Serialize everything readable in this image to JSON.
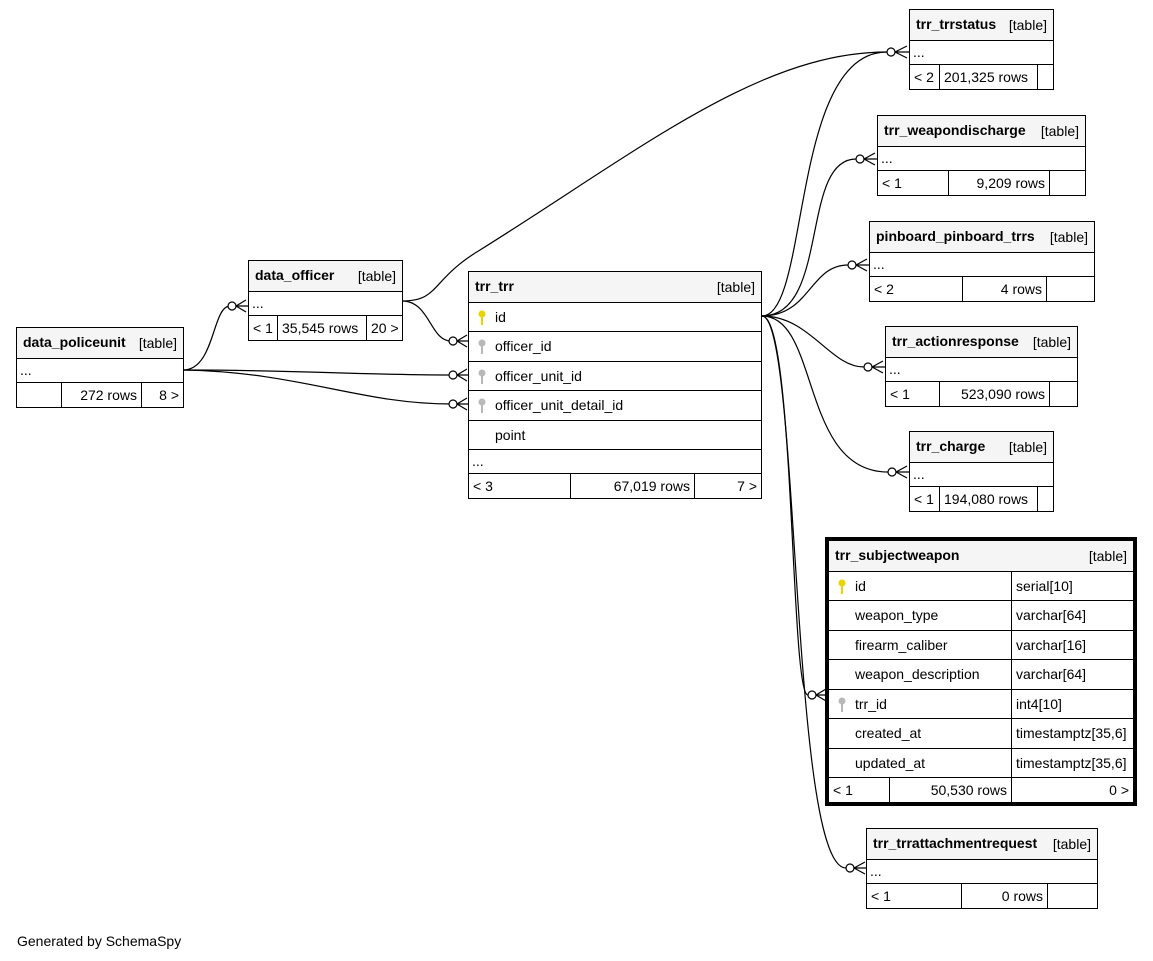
{
  "diagram": {
    "footer": "Generated by SchemaSpy",
    "colors": {
      "pk_key": "#e8d400",
      "fk_key": "#b8b8b8",
      "header_bg": "#f5f5f5",
      "line": "#000000"
    },
    "tables": {
      "data_policeunit": {
        "name": "data_policeunit",
        "type": "[table]",
        "ellipsis": "...",
        "stats": {
          "parents": "",
          "rows": "272 rows",
          "children": "8 >"
        }
      },
      "data_officer": {
        "name": "data_officer",
        "type": "[table]",
        "ellipsis": "...",
        "stats": {
          "parents": "< 1",
          "rows": "35,545 rows",
          "children": "20 >"
        }
      },
      "trr_trr": {
        "name": "trr_trr",
        "type": "[table]",
        "ellipsis": "...",
        "columns": [
          {
            "name": "id",
            "key": "pk-key-icon"
          },
          {
            "name": "officer_id",
            "key": "fk-key-icon"
          },
          {
            "name": "officer_unit_id",
            "key": "fk-key-icon"
          },
          {
            "name": "officer_unit_detail_id",
            "key": "fk-key-icon"
          },
          {
            "name": "point",
            "key": ""
          }
        ],
        "stats": {
          "parents": "< 3",
          "rows": "67,019 rows",
          "children": "7 >"
        }
      },
      "trr_trrstatus": {
        "name": "trr_trrstatus",
        "type": "[table]",
        "ellipsis": "...",
        "stats": {
          "parents": "< 2",
          "rows": "201,325 rows",
          "children": ""
        }
      },
      "trr_weapondischarge": {
        "name": "trr_weapondischarge",
        "type": "[table]",
        "ellipsis": "...",
        "stats": {
          "parents": "< 1",
          "rows": "9,209 rows",
          "children": ""
        }
      },
      "pinboard_pinboard_trrs": {
        "name": "pinboard_pinboard_trrs",
        "type": "[table]",
        "ellipsis": "...",
        "stats": {
          "parents": "< 2",
          "rows": "4 rows",
          "children": ""
        }
      },
      "trr_actionresponse": {
        "name": "trr_actionresponse",
        "type": "[table]",
        "ellipsis": "...",
        "stats": {
          "parents": "< 1",
          "rows": "523,090 rows",
          "children": ""
        }
      },
      "trr_charge": {
        "name": "trr_charge",
        "type": "[table]",
        "ellipsis": "...",
        "stats": {
          "parents": "< 1",
          "rows": "194,080 rows",
          "children": ""
        }
      },
      "trr_subjectweapon": {
        "name": "trr_subjectweapon",
        "type": "[table]",
        "columns": [
          {
            "name": "id",
            "type": "serial[10]",
            "key": "pk-key-icon"
          },
          {
            "name": "weapon_type",
            "type": "varchar[64]",
            "key": ""
          },
          {
            "name": "firearm_caliber",
            "type": "varchar[16]",
            "key": ""
          },
          {
            "name": "weapon_description",
            "type": "varchar[64]",
            "key": ""
          },
          {
            "name": "trr_id",
            "type": "int4[10]",
            "key": "fk-key-icon"
          },
          {
            "name": "created_at",
            "type": "timestamptz[35,6]",
            "key": ""
          },
          {
            "name": "updated_at",
            "type": "timestamptz[35,6]",
            "key": ""
          }
        ],
        "stats": {
          "parents": "< 1",
          "rows": "50,530 rows",
          "children": "0 >"
        }
      },
      "trr_trrattachmentrequest": {
        "name": "trr_trrattachmentrequest",
        "type": "[table]",
        "ellipsis": "...",
        "stats": {
          "parents": "< 1",
          "rows": "0 rows",
          "children": ""
        }
      }
    }
  }
}
